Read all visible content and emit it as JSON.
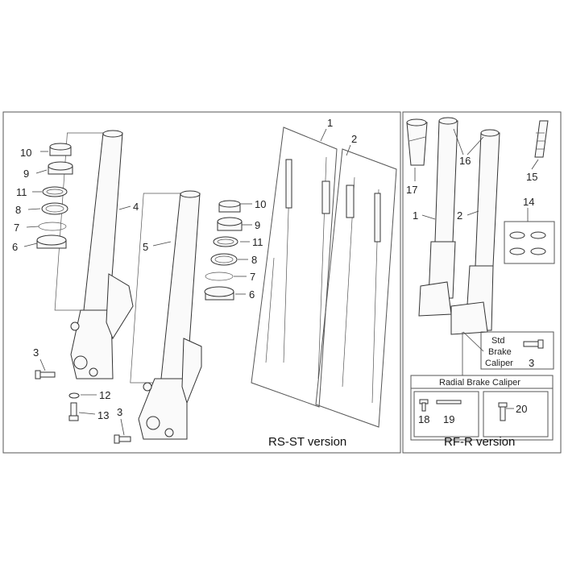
{
  "left_panel": {
    "caption": "RS-ST version",
    "labels": {
      "l10a": "10",
      "l9a": "9",
      "l11a": "11",
      "l8a": "8",
      "l7a": "7",
      "l6a": "6",
      "l4": "4",
      "l5": "5",
      "l10b": "10",
      "l9b": "9",
      "l11b": "11",
      "l8b": "8",
      "l7b": "7",
      "l6b": "6",
      "l3a": "3",
      "l12": "12",
      "l13": "13",
      "l3b": "3",
      "l1": "1",
      "l2": "2"
    }
  },
  "right_panel": {
    "caption": "RF-R version",
    "labels": {
      "l17": "17",
      "l16": "16",
      "l15": "15",
      "l1": "1",
      "l2": "2",
      "l14": "14",
      "l3": "3",
      "l18": "18",
      "l19": "19",
      "l20": "20"
    },
    "std_brake": {
      "line1": "Std",
      "line2": "Brake",
      "line3": "Caliper"
    },
    "radial_title": "Radial Brake Caliper"
  }
}
